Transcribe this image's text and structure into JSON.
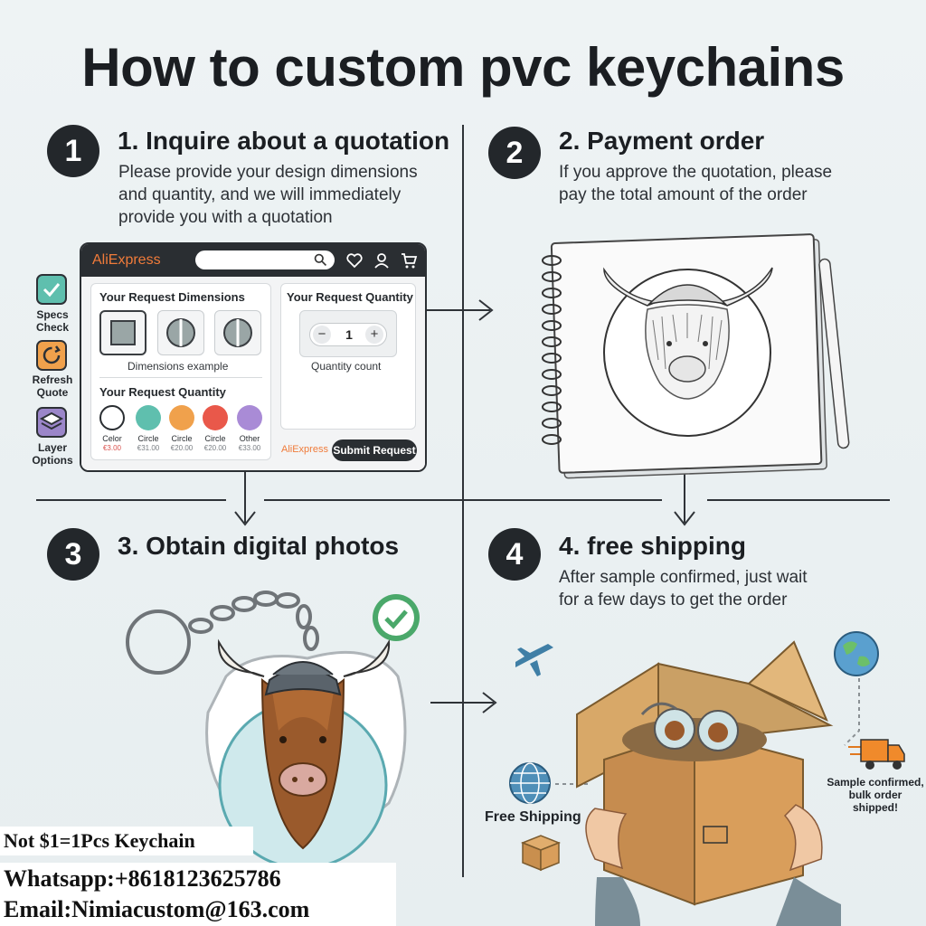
{
  "title": "How to custom pvc keychains",
  "steps": [
    {
      "num": "1",
      "title": "1. Inquire about a quotation",
      "desc": [
        "Please provide your design dimensions",
        "and quantity, and we will immediately",
        "provide you with a quotation"
      ]
    },
    {
      "num": "2",
      "title": "2. Payment order",
      "desc": [
        "If you approve the quotation, please",
        "pay the total amount of the order"
      ]
    },
    {
      "num": "3",
      "title": "3. Obtain digital photos",
      "desc": []
    },
    {
      "num": "4",
      "title": "4. free shipping",
      "desc": [
        "After sample confirmed, just wait",
        "for a few days to get the order"
      ]
    }
  ],
  "side_options": [
    {
      "label": "Specs\nCheck",
      "color": "#5fbfae",
      "icon": "check-icon"
    },
    {
      "label": "Refresh\nQuote",
      "color": "#f0a14c",
      "icon": "refresh-icon"
    },
    {
      "label": "Layer\nOptions",
      "color": "#9b86c9",
      "icon": "layers-icon"
    }
  ],
  "panel": {
    "brand": "AliExpress",
    "search_value": "",
    "dimensions_title": "Your Request Dimensions",
    "dimensions_caption": "Dimensions example",
    "quantity_title": "Your Request Quantity",
    "quantity_caption": "Quantity count",
    "quantity_value": "1",
    "minus": "−",
    "plus": "+",
    "colors_title": "Your Request Quantity",
    "colors": [
      {
        "name": "Celor",
        "price": "€3.00",
        "color": "#ffffff",
        "price_color": "#d9534f"
      },
      {
        "name": "Circle",
        "price": "€31.00",
        "color": "#5fbfae",
        "price_color": "#7a7f84"
      },
      {
        "name": "Circle",
        "price": "€20.00",
        "color": "#f0a14c",
        "price_color": "#7a7f84"
      },
      {
        "name": "Circle",
        "price": "€20.00",
        "color": "#e9584a",
        "price_color": "#7a7f84"
      },
      {
        "name": "Other",
        "price": "€33.00",
        "color": "#a98bd6",
        "price_color": "#7a7f84"
      }
    ],
    "footer_brand": "AliExpress",
    "submit_label": "Submit Request"
  },
  "shipping": {
    "free_label": "Free Shipping",
    "note": "Sample confirmed,\nbulk order\nshipped!"
  },
  "overlay": {
    "line1": "Not $1=1Pcs Keychain",
    "line2": "Whatsapp:+8618123625786",
    "line3": "Email:Nimiacustom@163.com"
  },
  "colors": {
    "dark": "#23272b",
    "accent": "#f07b3a",
    "check_green": "#4aa86a"
  }
}
